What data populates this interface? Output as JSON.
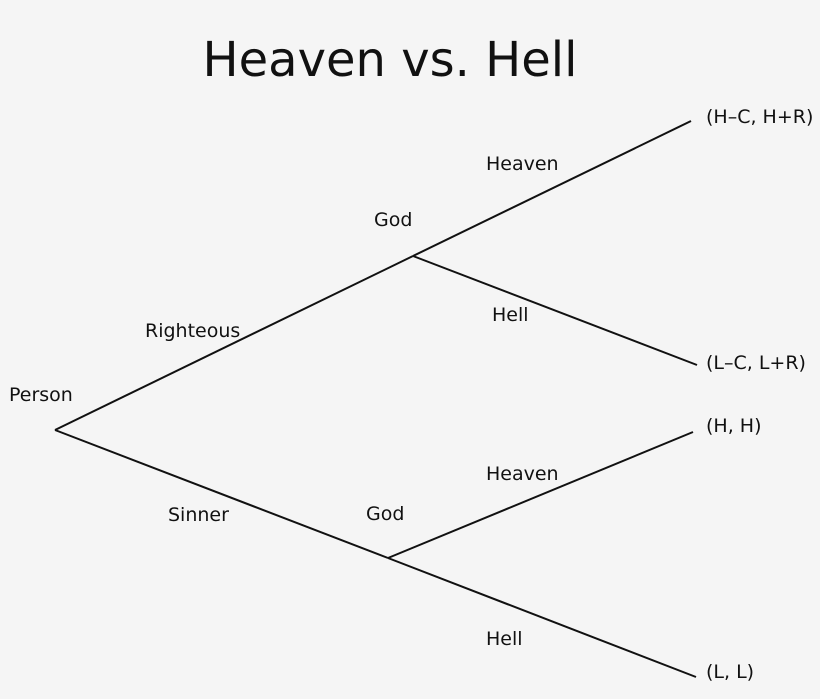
{
  "title": "Heaven vs. Hell",
  "line_color": "#111111",
  "background": "#f5f5f5",
  "nodes": {
    "root": "Person",
    "god_top": "God",
    "god_bottom": "God"
  },
  "branches": {
    "righteous": "Righteous",
    "sinner": "Sinner",
    "top_heaven": "Heaven",
    "top_hell": "Hell",
    "bottom_heaven": "Heaven",
    "bottom_hell": "Hell"
  },
  "payoffs": {
    "righteous_heaven": "(H–C, H+R)",
    "righteous_hell": "(L–C, L+R)",
    "sinner_heaven": "(H, H)",
    "sinner_hell": "(L, L)"
  }
}
